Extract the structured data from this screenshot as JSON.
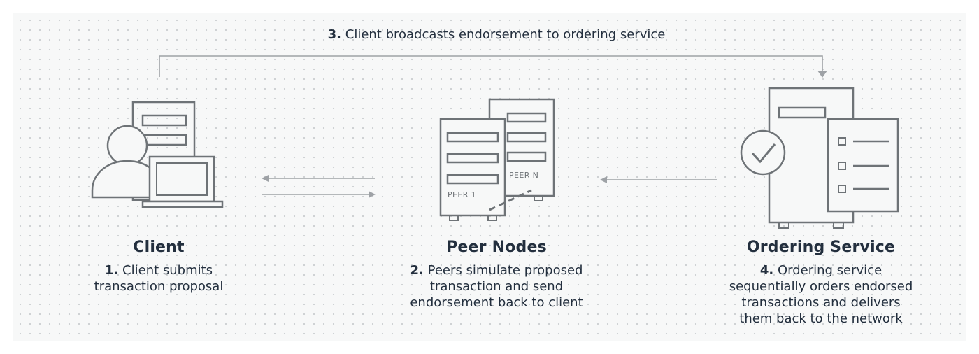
{
  "flow_label": {
    "step": "3.",
    "text": "Client broadcasts endorsement to ordering service"
  },
  "client": {
    "title": "Client",
    "step": "1.",
    "line1": "Client submits",
    "line2": "transaction proposal"
  },
  "peers": {
    "title": "Peer Nodes",
    "step": "2.",
    "line1": "Peers simulate proposed",
    "line2": "transaction and send",
    "line3": "endorsement back to client",
    "peer1_label": "PEER 1",
    "peerN_label": "PEER N"
  },
  "ordering": {
    "title": "Ordering Service",
    "step": "4.",
    "line1": "Ordering service",
    "line2": "sequentially orders endorsed",
    "line3": "transactions and delivers",
    "line4": "them back to the network"
  },
  "icons": [
    "user-icon",
    "document-icon",
    "laptop-icon",
    "server-icon",
    "checkmark-icon",
    "checklist-icon"
  ],
  "colors": {
    "ink": "#6e7377",
    "arrow": "#9ea2a6",
    "text": "#232f3e",
    "panel": "#f7f8f8"
  }
}
